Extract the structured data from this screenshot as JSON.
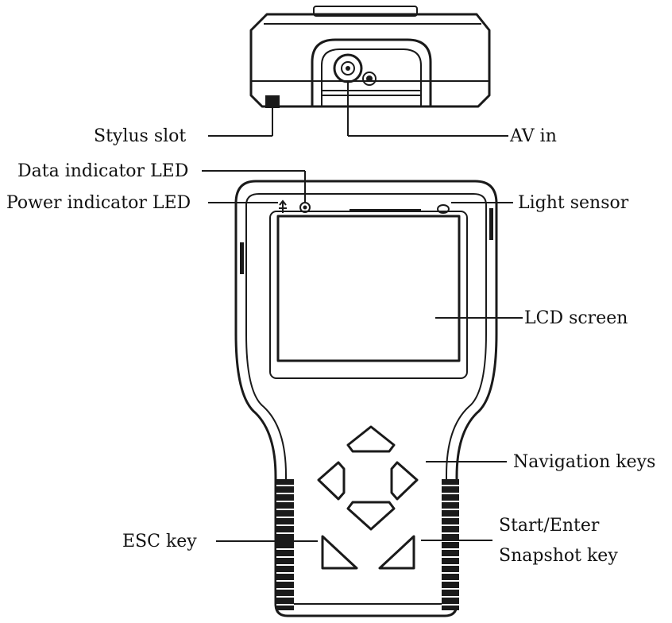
{
  "labels": {
    "stylus_slot": "Stylus slot",
    "av_in": "AV in",
    "data_led": "Data indicator LED",
    "power_led": "Power indicator LED",
    "light_sensor": "Light sensor",
    "lcd_screen": "LCD screen",
    "navigation_keys": "Navigation keys",
    "esc_key": "ESC key",
    "start_enter": "Start/Enter",
    "snapshot_key": "Snapshot key"
  },
  "icons": {
    "usb": "usb-icon",
    "led": "led-indicator-icon"
  }
}
